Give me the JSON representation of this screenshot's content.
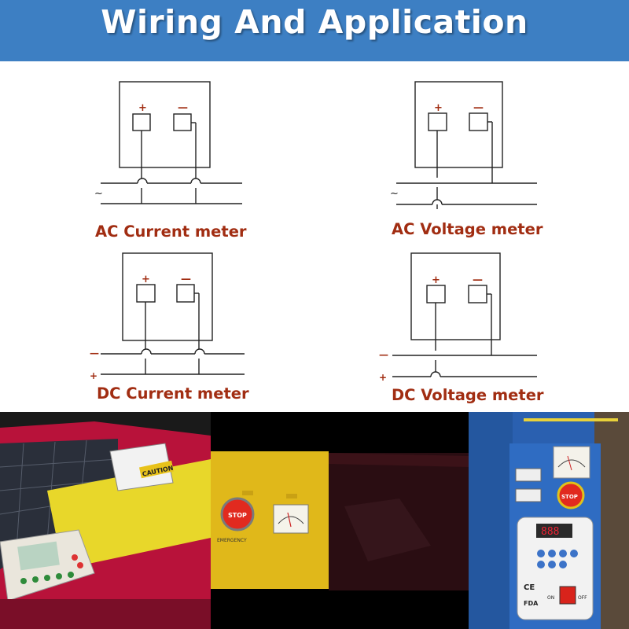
{
  "banner": {
    "title": "Wiring And Application",
    "color": "#3d7fc3"
  },
  "diagrams": [
    {
      "id": "ac-current",
      "caption": "AC Current meter",
      "plus": "+",
      "minus": "—",
      "line_label": "~"
    },
    {
      "id": "ac-voltage",
      "caption": "AC Voltage meter",
      "plus": "+",
      "minus": "—",
      "line_label": "~"
    },
    {
      "id": "dc-current",
      "caption": "DC Current meter",
      "plus": "+",
      "minus": "—",
      "line_label_top": "—",
      "line_label_bottom": "+"
    },
    {
      "id": "dc-voltage",
      "caption": "DC Voltage meter",
      "plus": "+",
      "minus": "—",
      "line_label_top": "—",
      "line_label_bottom": "+"
    }
  ],
  "caption_color": "#a12d12",
  "photos": [
    {
      "id": "laser-cutter-red",
      "label_caution": "CAUTION"
    },
    {
      "id": "laser-cutter-yellow",
      "label_stop": "STOP",
      "label_emergency": "EMERGENCY"
    },
    {
      "id": "laser-panel-blue",
      "label_stop": "STOP",
      "label_on": "ON",
      "label_off": "OFF",
      "label_display": "888",
      "label_fda": "FDA",
      "label_ce": "CE"
    }
  ]
}
